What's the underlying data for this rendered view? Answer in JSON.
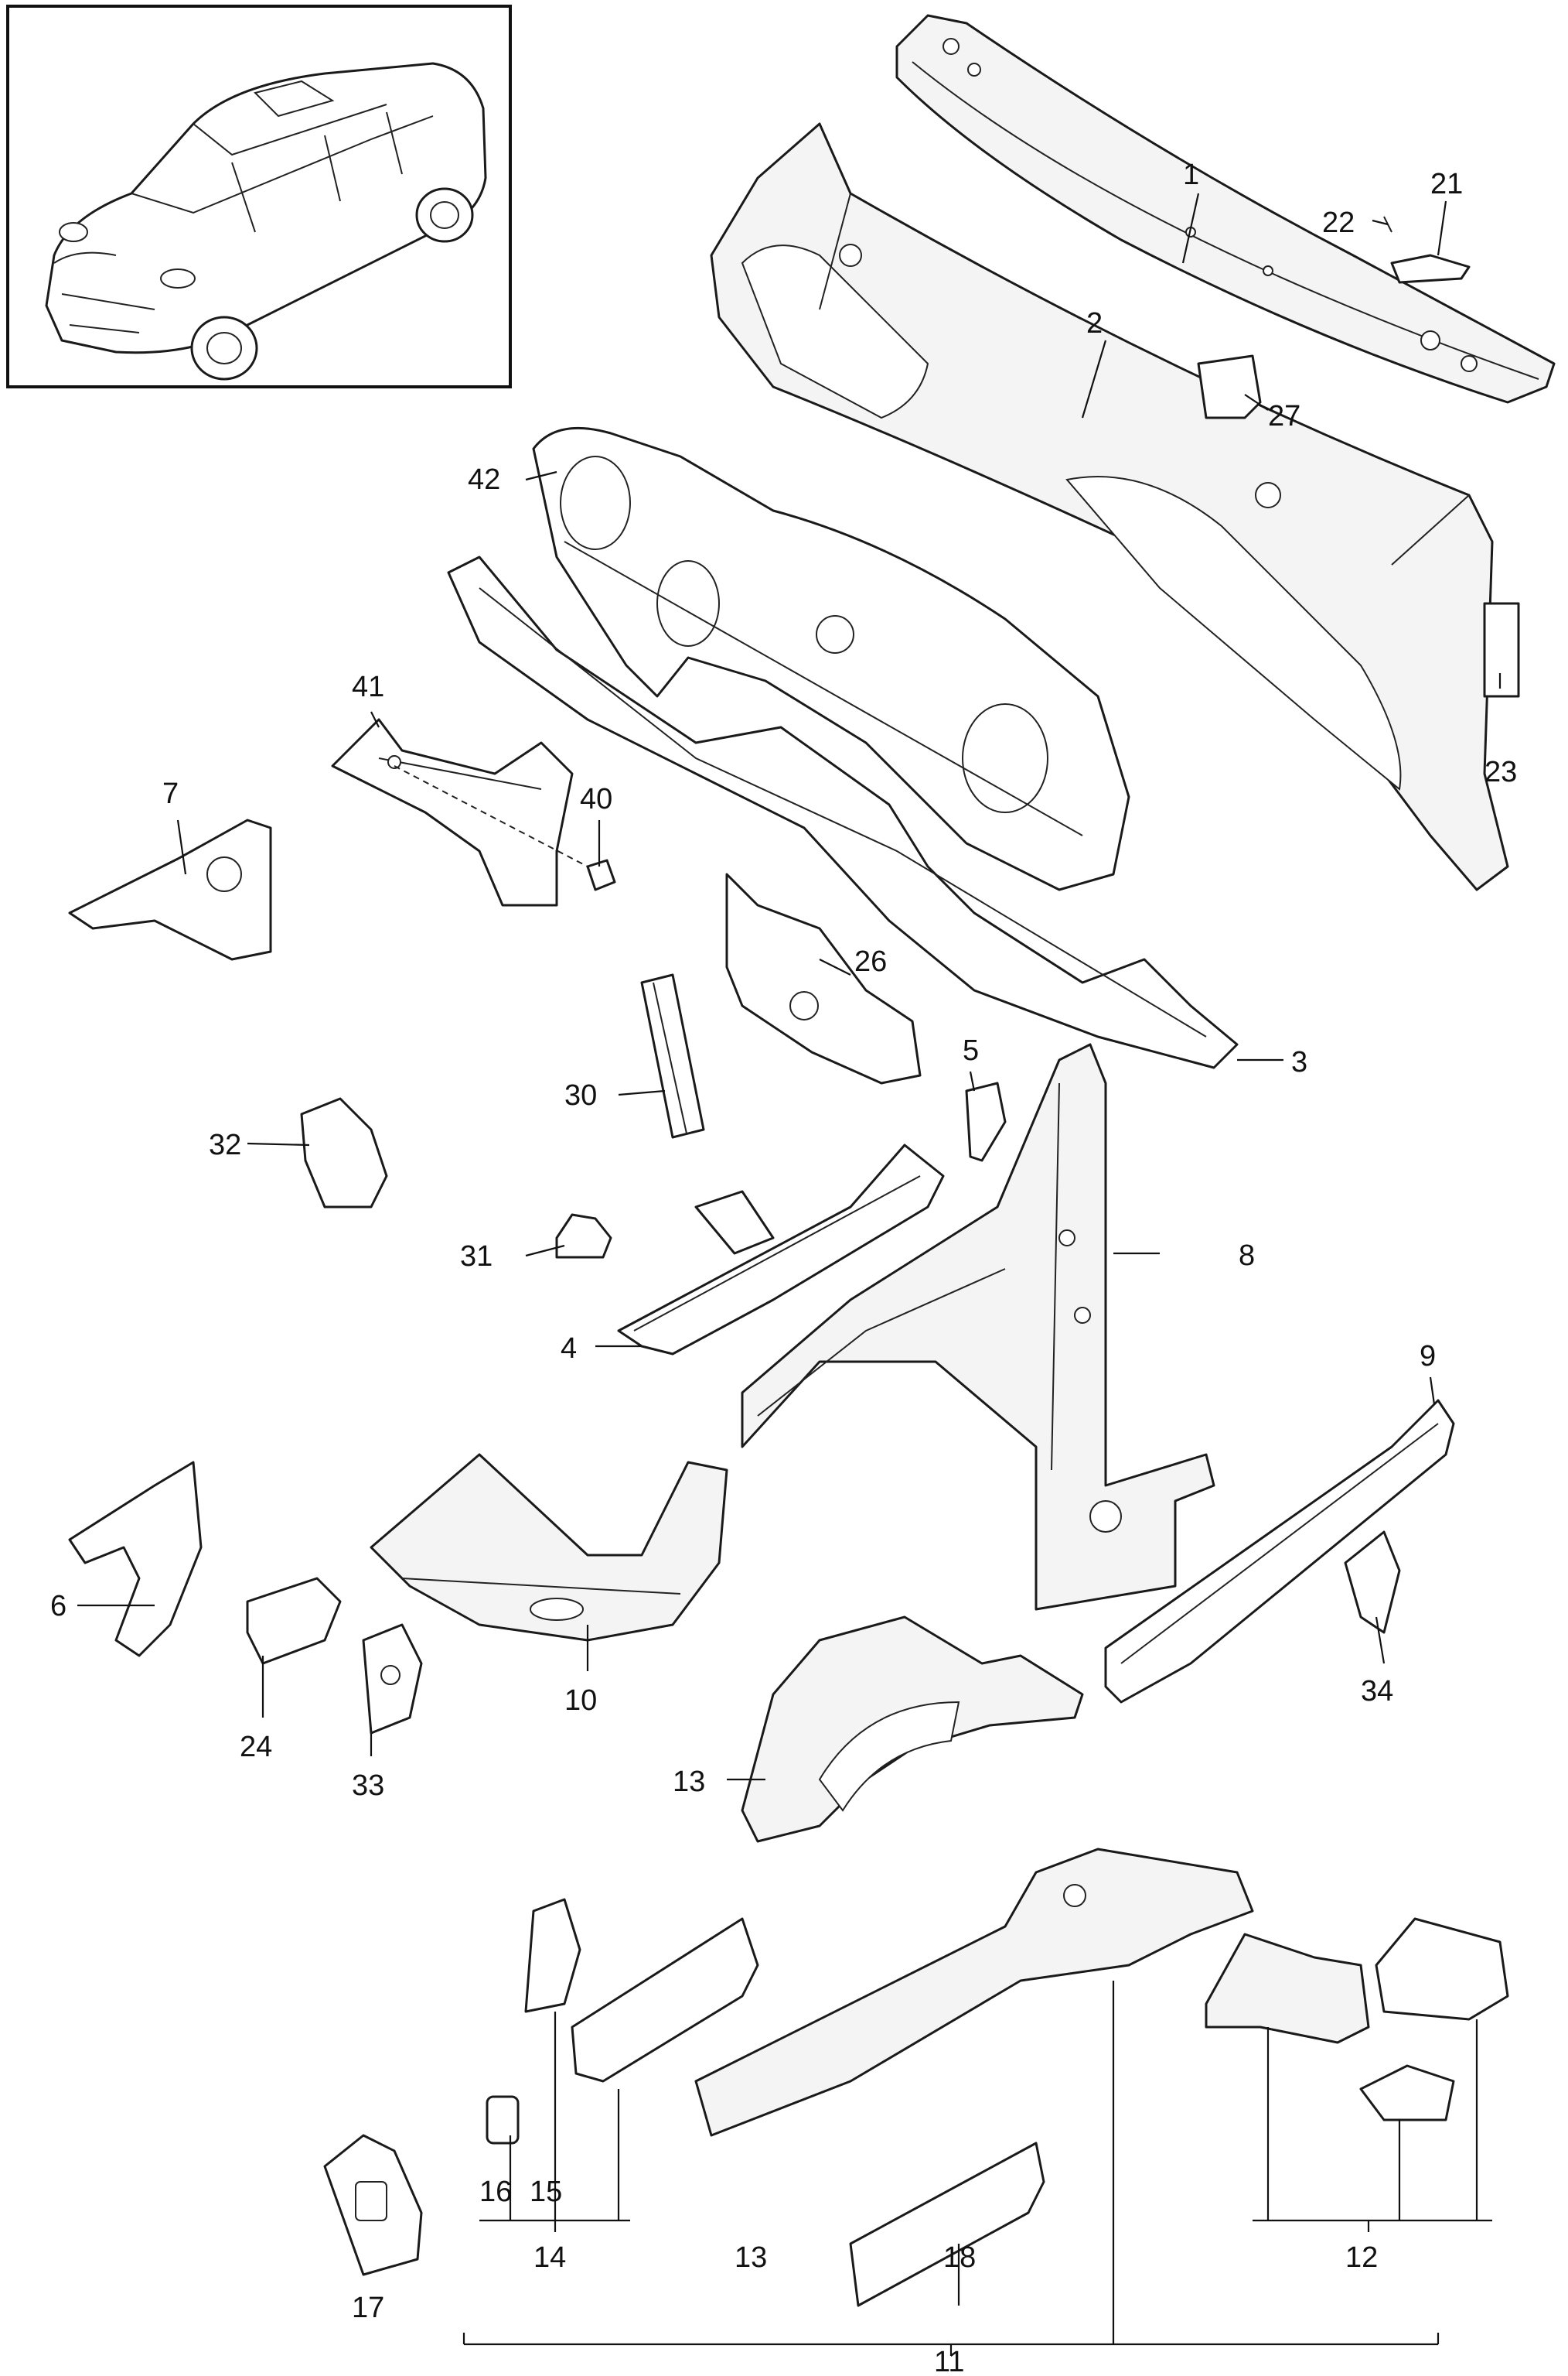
{
  "callouts": {
    "c1": "1",
    "c2": "2",
    "c3": "3",
    "c4": "4",
    "c5": "5",
    "c6": "6",
    "c7": "7",
    "c8": "8",
    "c9": "9",
    "c10": "10",
    "c11": "11",
    "c12": "12",
    "c13a": "13",
    "c13b": "13",
    "c14": "14",
    "c15": "15",
    "c16": "16",
    "c17": "17",
    "c18": "18",
    "c21": "21",
    "c22": "22",
    "c23": "23",
    "c24": "24",
    "c26": "26",
    "c27": "27",
    "c30": "30",
    "c31": "31",
    "c32": "32",
    "c33": "33",
    "c34": "34",
    "c40": "40",
    "c41": "41",
    "c42": "42"
  }
}
